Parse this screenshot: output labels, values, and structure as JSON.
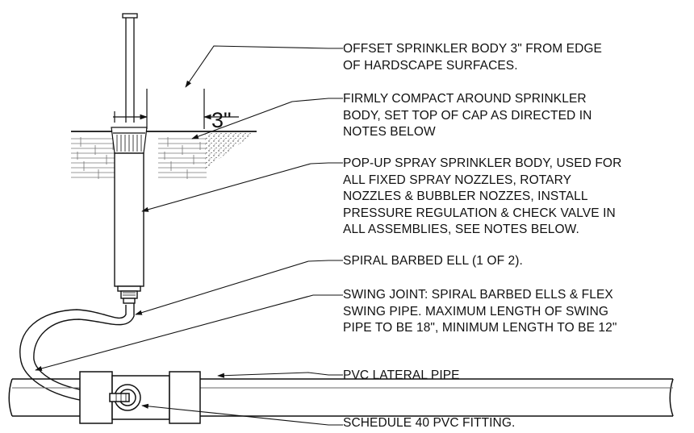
{
  "dimension_label": "3\"",
  "callouts": [
    {
      "id": "offset",
      "lines": [
        "OFFSET SPRINKLER BODY 3\" FROM EDGE",
        "OF HARDSCAPE SURFACES."
      ]
    },
    {
      "id": "compact",
      "lines": [
        "FIRMLY COMPACT AROUND SPRINKLER",
        "BODY, SET TOP OF CAP AS DIRECTED IN",
        "NOTES BELOW"
      ]
    },
    {
      "id": "body",
      "lines": [
        "POP-UP SPRAY SPRINKLER BODY, USED FOR",
        "ALL FIXED SPRAY NOZZLES, ROTARY",
        "NOZZLES & BUBBLER NOZZES, INSTALL",
        "PRESSURE REGULATION & CHECK VALVE IN",
        "ALL ASSEMBLIES, SEE NOTES BELOW."
      ]
    },
    {
      "id": "ell",
      "lines": [
        "SPIRAL BARBED ELL (1 OF 2)."
      ]
    },
    {
      "id": "swing",
      "lines": [
        "SWING JOINT: SPIRAL BARBED ELLS & FLEX",
        "SWING PIPE. MAXIMUM LENGTH OF SWING",
        "PIPE TO BE 18\", MINIMUM LENGTH TO BE 12\""
      ]
    },
    {
      "id": "lateral",
      "lines": [
        "PVC LATERAL PIPE"
      ]
    },
    {
      "id": "fitting",
      "lines": [
        "SCHEDULE 40 PVC FITTING."
      ]
    }
  ]
}
